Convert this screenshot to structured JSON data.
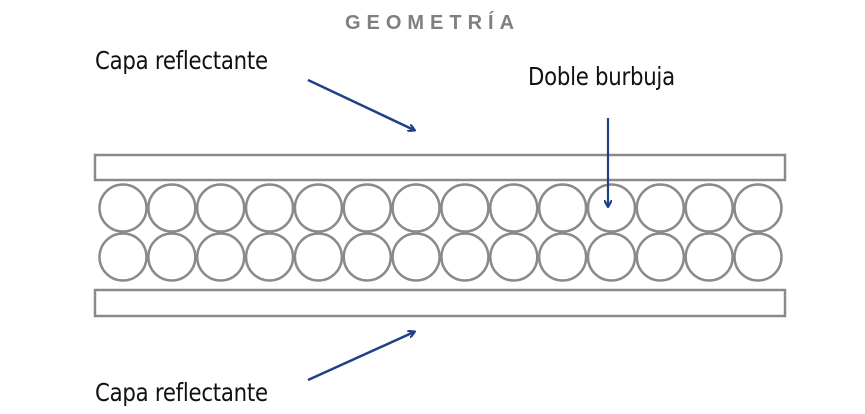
{
  "title": "GEOMETRÍA",
  "labels": {
    "top_layer": "Capa reflectante",
    "bubbles": "Doble burbuja",
    "bottom_layer": "Capa reflectante"
  },
  "diagram": {
    "bubble_rows": 2,
    "bubbles_per_row": 14
  },
  "colors": {
    "outline": "#8a8a8a",
    "arrow": "#1f3f86",
    "title": "#808080"
  }
}
